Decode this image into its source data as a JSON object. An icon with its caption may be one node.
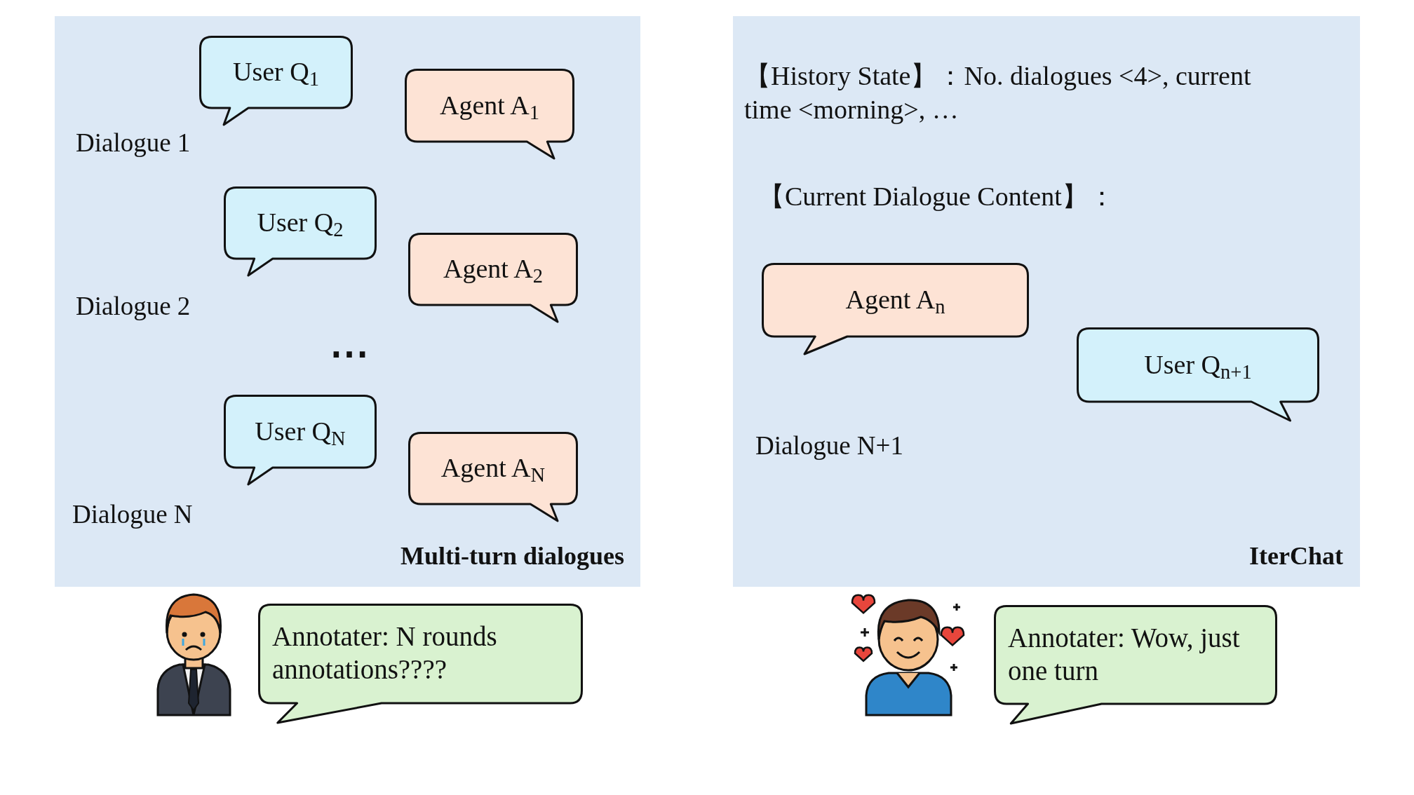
{
  "diagram": {
    "nodes": [
      {
        "text": [
          "Multi-turn dialogues"
        ]
      },
      {
        "text": [
          "User Q$_{1}$"
        ],
        "in": 0
      },
      {
        "text": [
          "Agent A$_{1}$"
        ],
        "in": 0
      },
      {
        "text": [
          "User Q$_{2}$"
        ],
        "in": 0
      },
      {
        "text": [
          "Agent A$_{2}$"
        ],
        "in": 0
      },
      {
        "text": [
          "User Q$_{N}$"
        ],
        "in": 0
      },
      {
        "text": [
          "Agent A$_{N}$"
        ],
        "in": 0
      },
      {
        "text": [
          "【History State】：No. dialogues <4>, current time <morning>, …",
          "【Current Dialogue Content】：",
          "IterChat"
        ]
      },
      {
        "text": [
          "Agent A$_{n}$"
        ],
        "in": 7
      },
      {
        "text": [
          "User Q$_{n+1}$"
        ],
        "in": 7
      },
      {
        "text": [
          "Annotater: N rounds annotations????"
        ]
      },
      {
        "text": [
          "Annotater: Wow, just one turn"
        ]
      }
    ],
    "edges": [],
    "labels": [
      "Dialogue 1",
      "Dialogue 2",
      "⋯",
      "Dialogue N",
      "Dialogue N+1"
    ]
  }
}
